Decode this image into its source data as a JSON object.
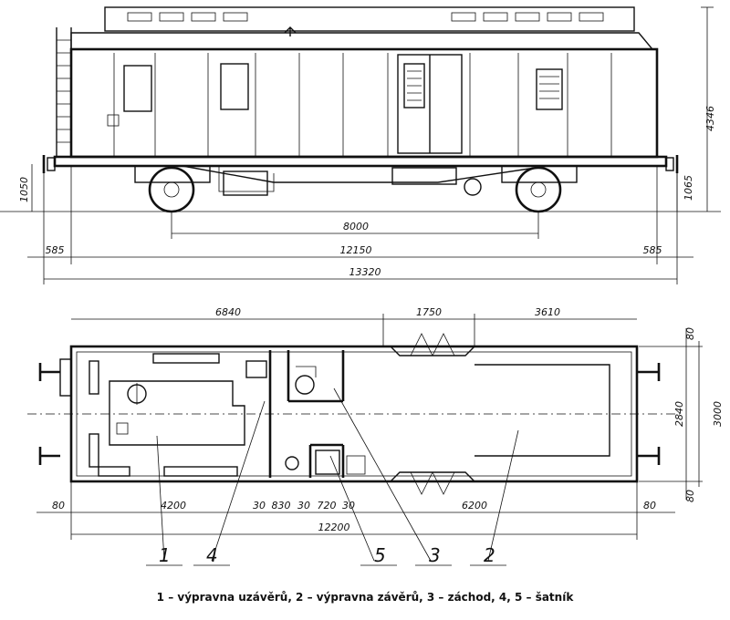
{
  "dimensions": {
    "elevation": {
      "height_total": "4346",
      "buffer_height_left": "1050",
      "buffer_height_right": "1065",
      "bogie_centres": "8000",
      "overhang_left": "585",
      "overhang_right": "585",
      "body_length": "12150",
      "length_over_buffers": "13320"
    },
    "plan": {
      "seg_left": "6840",
      "seg_door": "1750",
      "seg_right": "3610",
      "wall_top": "80",
      "inner_width": "2840",
      "outer_width": "3000",
      "wall_bottom": "80",
      "end_left": "80",
      "room_left": "4200",
      "wall_a": "30",
      "room_830": "830",
      "wall_b": "30",
      "room_720": "720",
      "wall_c": "30",
      "room_right": "6200",
      "end_right": "80",
      "interior_length": "12200"
    }
  },
  "callouts": [
    "1",
    "4",
    "5",
    "3",
    "2"
  ],
  "caption": "1 – výpravna uzávěrů, 2 – výpravna závěrů, 3 – záchod, 4, 5 – šatník"
}
